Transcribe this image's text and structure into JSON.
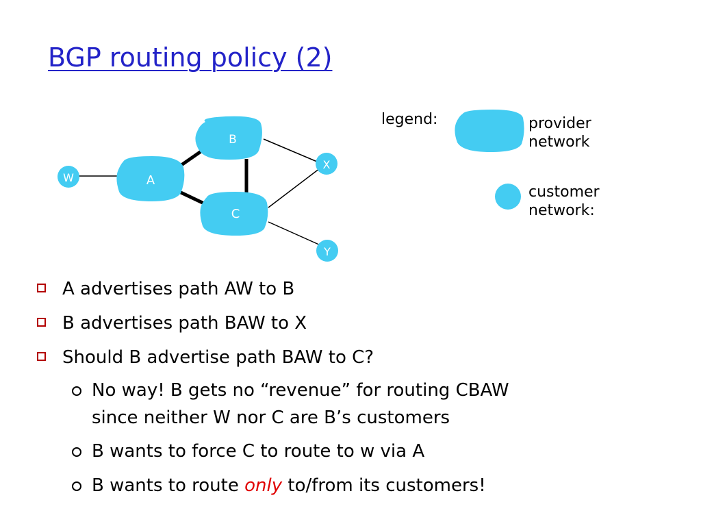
{
  "title": "BGP routing policy (2)",
  "colors": {
    "network": "#44ccf2",
    "title": "#2323c8",
    "bullet": "#b30000",
    "emphasis": "#e00000"
  },
  "diagram": {
    "nodes": {
      "A": "A",
      "B": "B",
      "C": "C",
      "W": "W",
      "X": "X",
      "Y": "Y"
    }
  },
  "legend": {
    "label": "legend:",
    "provider": [
      "provider",
      "network"
    ],
    "customer": [
      "customer",
      "network:"
    ]
  },
  "bullets": [
    {
      "text": "A advertises path AW  to B"
    },
    {
      "text": "B advertises path BAW to X"
    },
    {
      "text": "Should B advertise path BAW to C?"
    }
  ],
  "sub_bullets": [
    {
      "lines": [
        "No way! B gets no “revenue” for routing CBAW",
        "since neither W nor C are B’s customers"
      ]
    },
    {
      "text": "B wants to force C to route to w via A"
    },
    {
      "before": "B wants to route ",
      "emph": "only",
      "after": " to/from its customers!"
    }
  ]
}
